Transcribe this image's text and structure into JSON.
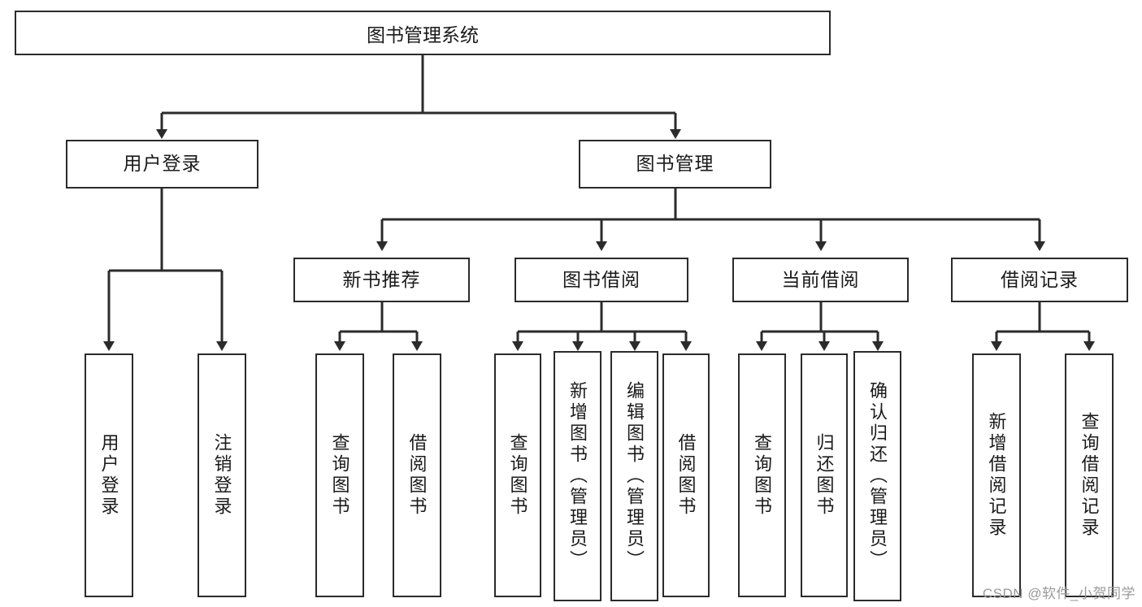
{
  "diagram": {
    "type": "tree-hierarchy",
    "title": "图书管理系统",
    "orientation": "top-down",
    "line_color": "#2b2b2b",
    "box_fill": "#ffffff",
    "text_color": "#1a1a1a",
    "watermark": "CSDN @软件_小贺同学",
    "nodes": {
      "root": {
        "label": "图书管理系统",
        "level": 1
      },
      "l2": [
        {
          "id": "user-login",
          "label": "用户登录",
          "level": 2
        },
        {
          "id": "book-manage",
          "label": "图书管理",
          "level": 2
        }
      ],
      "l3": [
        {
          "id": "new-book-recommend",
          "label": "新书推荐",
          "level": 3,
          "parent": "book-manage"
        },
        {
          "id": "book-borrow",
          "label": "图书借阅",
          "level": 3,
          "parent": "book-manage"
        },
        {
          "id": "current-borrow",
          "label": "当前借阅",
          "level": 3,
          "parent": "book-manage"
        },
        {
          "id": "borrow-record",
          "label": "借阅记录",
          "level": 3,
          "parent": "book-manage"
        }
      ],
      "leaves": [
        {
          "id": "leaf-user-login",
          "label": "用户登录",
          "parent": "user-login"
        },
        {
          "id": "leaf-logout",
          "label": "注销登录",
          "parent": "user-login"
        },
        {
          "id": "leaf-query-book-1",
          "label": "查询图书",
          "parent": "new-book-recommend"
        },
        {
          "id": "leaf-borrow-book-1",
          "label": "借阅图书",
          "parent": "new-book-recommend"
        },
        {
          "id": "leaf-query-book-2",
          "label": "查询图书",
          "parent": "book-borrow"
        },
        {
          "id": "leaf-add-book",
          "label": "新增图书（管理员）",
          "parent": "book-borrow"
        },
        {
          "id": "leaf-edit-book",
          "label": "编辑图书（管理员）",
          "parent": "book-borrow"
        },
        {
          "id": "leaf-borrow-book-2",
          "label": "借阅图书",
          "parent": "book-borrow"
        },
        {
          "id": "leaf-query-book-3",
          "label": "查询图书",
          "parent": "current-borrow"
        },
        {
          "id": "leaf-return-book",
          "label": "归还图书",
          "parent": "current-borrow"
        },
        {
          "id": "leaf-confirm-return",
          "label": "确认归还（管理员）",
          "parent": "current-borrow"
        },
        {
          "id": "leaf-add-record",
          "label": "新增借阅记录",
          "parent": "borrow-record"
        },
        {
          "id": "leaf-query-record",
          "label": "查询借阅记录",
          "parent": "borrow-record"
        }
      ]
    }
  }
}
